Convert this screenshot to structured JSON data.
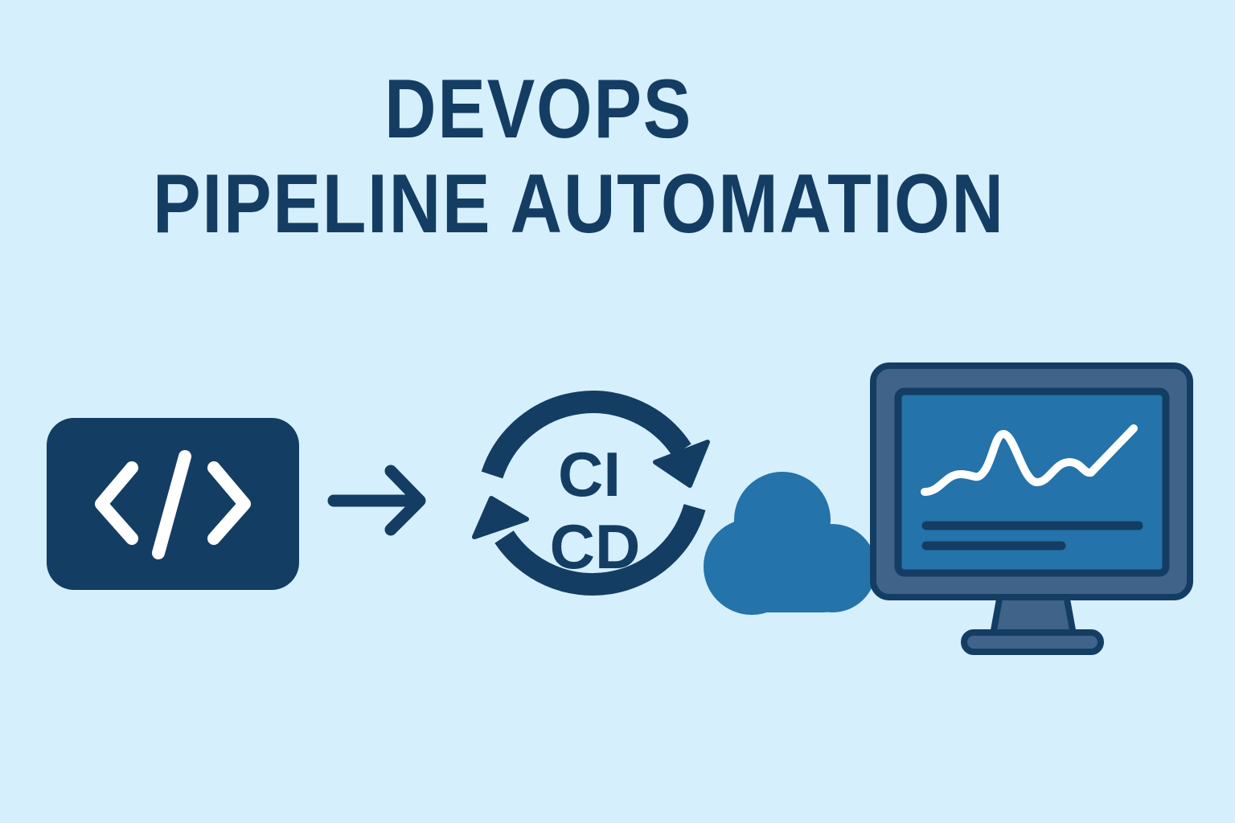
{
  "title": {
    "line1": "DEVOPS",
    "line2": "PIPELINE AUTOMATION"
  },
  "pipeline": {
    "steps": [
      {
        "id": "code",
        "icon": "code-brackets-icon",
        "glyph": "</>"
      },
      {
        "id": "arrow",
        "icon": "arrow-right-icon"
      },
      {
        "id": "cicd",
        "icon": "cycle-arrows-icon",
        "labels": [
          "CI",
          "CD"
        ]
      },
      {
        "id": "cloud",
        "icon": "cloud-icon"
      },
      {
        "id": "monitor",
        "icon": "monitor-chart-icon"
      }
    ]
  },
  "colors": {
    "background": "#d5effd",
    "navy": "#143d63",
    "cloud_blue": "#2473aa",
    "monitor_frame": "#3f6389",
    "screen": "#2473aa",
    "white": "#ffffff"
  }
}
